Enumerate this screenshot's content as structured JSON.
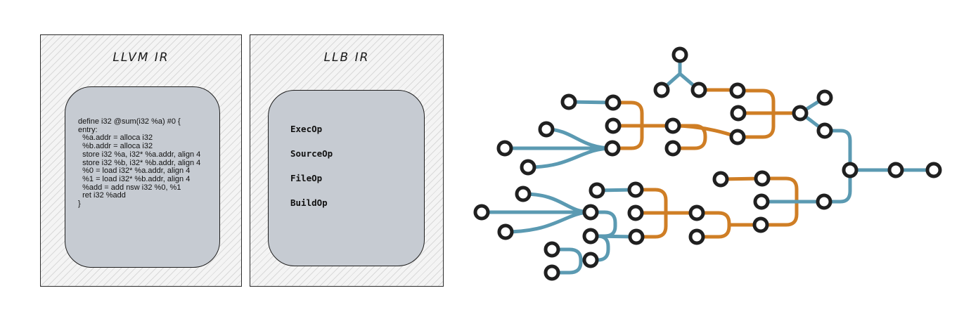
{
  "panels": {
    "llvm": {
      "title": "LLVM IR",
      "code": [
        "define i32 @sum(i32 %a) #0 {",
        "entry:",
        "  %a.addr = alloca i32",
        "  %b.addr = alloca i32",
        "  store i32 %a, i32* %a.addr, align 4",
        "  store i32 %b, i32* %b.addr, align 4",
        "  %0 = load i32* %a.addr, align 4",
        "  %1 = load i32* %b.addr, align 4",
        "  %add = add nsw i32 %0, %1",
        "  ret i32 %add",
        "}"
      ]
    },
    "llb": {
      "title": "LLB IR",
      "ops": [
        "ExecOp",
        "SourceOp",
        "FileOp",
        "BuildOp"
      ]
    }
  },
  "colors": {
    "blue_edge": "#5b9ab2",
    "orange_edge": "#cf7e25",
    "node_stroke": "#202020",
    "node_fill": "#ffffff",
    "card_fill": "#c6cbd2"
  }
}
